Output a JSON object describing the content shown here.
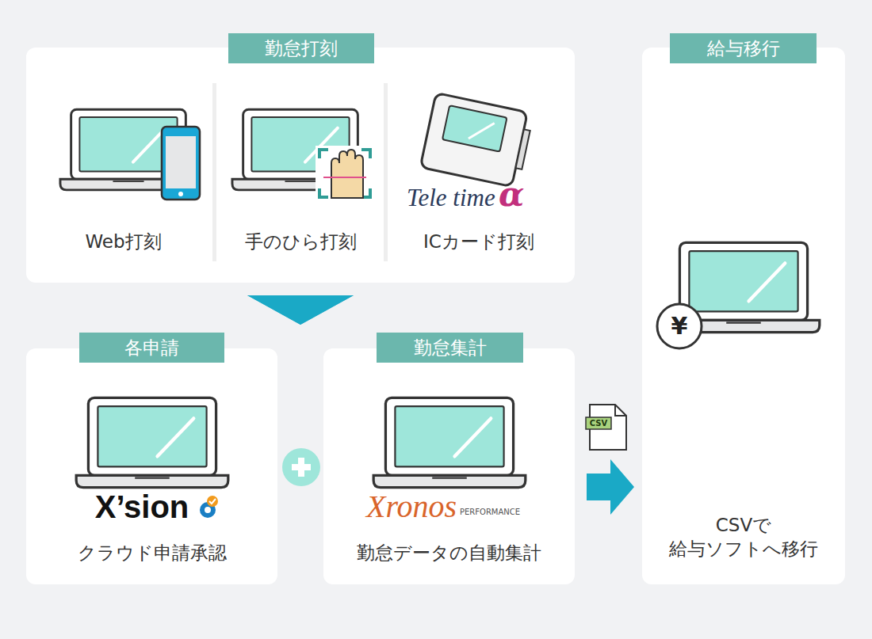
{
  "diagram": {
    "nodes": [
      {
        "text": [
          "勤怠打刻"
        ]
      },
      {
        "text": [
          "Web打刻"
        ],
        "in": 0
      },
      {
        "text": [
          "手のひら打刻"
        ],
        "in": 0
      },
      {
        "text": [
          "Tele time",
          "α",
          "ICカード打刻"
        ],
        "in": 0
      },
      {
        "text": [
          "各申請",
          "X’sion",
          "クラウド申請承認"
        ]
      },
      {
        "text": [
          "勤怠集計",
          "Xronos",
          "PERFORMANCE",
          "勤怠データの自動集計"
        ]
      },
      {
        "text": [
          "給与移行",
          "CSVで 給与ソフトへ移行"
        ]
      }
    ],
    "edges": [
      {
        "from": 0,
        "to": 4,
        "arrow": "to"
      },
      {
        "from": 0,
        "to": 5,
        "arrow": "to"
      },
      {
        "from": 5,
        "to": 6,
        "arrow": "to"
      }
    ],
    "labels": [
      "CSV",
      "¥"
    ]
  }
}
